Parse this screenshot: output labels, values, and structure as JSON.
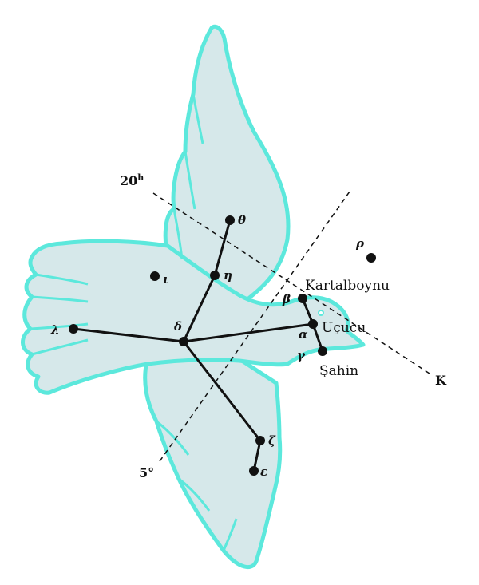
{
  "colors": {
    "bird_fill": "#d6e8ea",
    "bird_outline": "#5ce8dc",
    "ink": "#111111"
  },
  "labels": {
    "ra_label": "20",
    "ra_sup": "h",
    "dec_label": "5°",
    "k_label": "K",
    "star_names": {
      "alpha": "Uçucu",
      "beta": "Kartalboynu",
      "gamma": "Şahin"
    },
    "greek": {
      "theta": "θ",
      "eta": "η",
      "iota": "ι",
      "lambda": "λ",
      "delta": "δ",
      "beta": "β",
      "alpha": "α",
      "gamma": "γ",
      "zeta": "ζ",
      "epsilon": "ε",
      "rho": "ρ"
    }
  }
}
